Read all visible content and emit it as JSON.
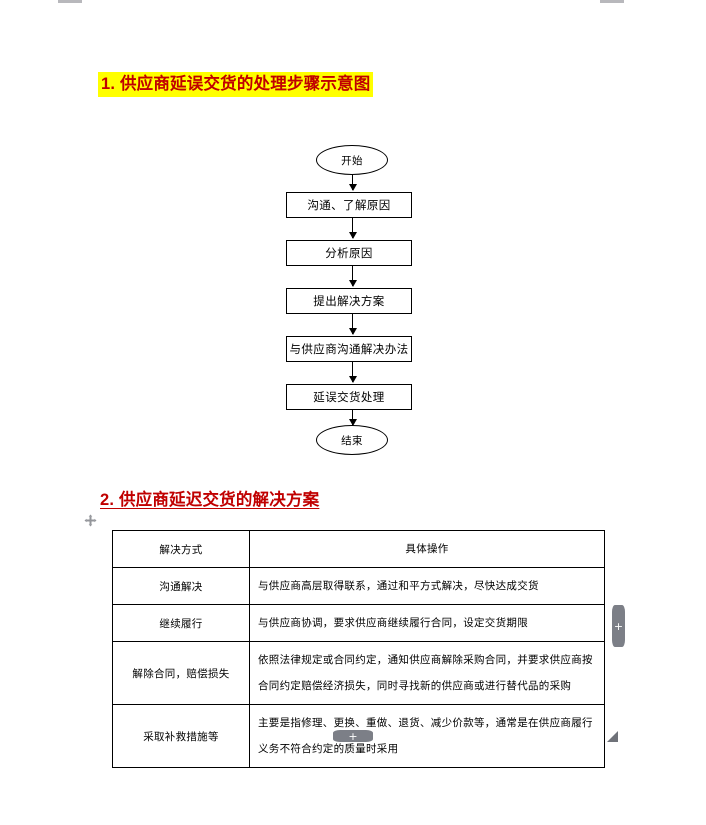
{
  "document": {
    "sections": [
      {
        "number": "1.",
        "title": "1. 供应商延误交货的处理步骤示意图",
        "highlight_color": "#ffff00",
        "text_color": "#c00000"
      },
      {
        "number": "2.",
        "title": "2. 供应商延迟交货的解决方案",
        "text_color": "#c00000"
      }
    ]
  },
  "flowchart": {
    "nodes": [
      {
        "id": "start",
        "label": "开始",
        "shape": "ellipse"
      },
      {
        "id": "step1",
        "label": "沟通、了解原因",
        "shape": "rect"
      },
      {
        "id": "step2",
        "label": "分析原因",
        "shape": "rect"
      },
      {
        "id": "step3",
        "label": "提出解决方案",
        "shape": "rect"
      },
      {
        "id": "step4",
        "label": "与供应商沟通解决办法",
        "shape": "rect"
      },
      {
        "id": "step5",
        "label": "延误交货处理",
        "shape": "rect"
      },
      {
        "id": "end",
        "label": "结束",
        "shape": "ellipse"
      }
    ]
  },
  "table": {
    "headers": [
      "解决方式",
      "具体操作"
    ],
    "rows": [
      {
        "method": "沟通解决",
        "detail": "与供应商高层取得联系，通过和平方式解决，尽快达成交货"
      },
      {
        "method": "继续履行",
        "detail": "与供应商协调，要求供应商继续履行合同，设定交货期限"
      },
      {
        "method": "解除合同，赔偿损失",
        "detail": "依照法律规定或合同约定，通知供应商解除采购合同，并要求供应商按合同约定赔偿经济损失，同时寻找新的供应商或进行替代品的采购"
      },
      {
        "method": "采取补救措施等",
        "detail": "主要是指修理、更换、重做、退货、减少价款等，通常是在供应商履行义务不符合约定的质量时采用"
      }
    ]
  },
  "controls": {
    "move_handle": "table-move-handle",
    "add_column": "+",
    "add_row": "+",
    "resize_handle": "table-resize-handle"
  }
}
